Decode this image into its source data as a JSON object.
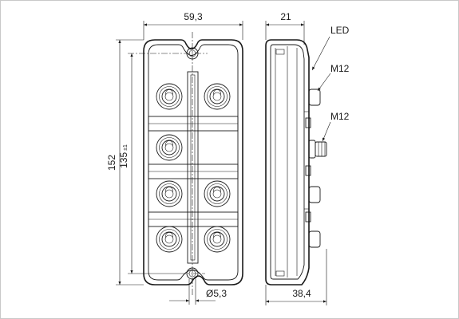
{
  "dimensions": {
    "width_front": "59,3",
    "height_total": "152",
    "hole_pitch": "135",
    "hole_pitch_tolerance": "±1",
    "hole_diameter": "Ø5,3",
    "depth_top": "21",
    "depth_bottom": "38,4"
  },
  "callouts": {
    "led": "LED",
    "connector_upper": "M12",
    "connector_lower": "M12"
  }
}
